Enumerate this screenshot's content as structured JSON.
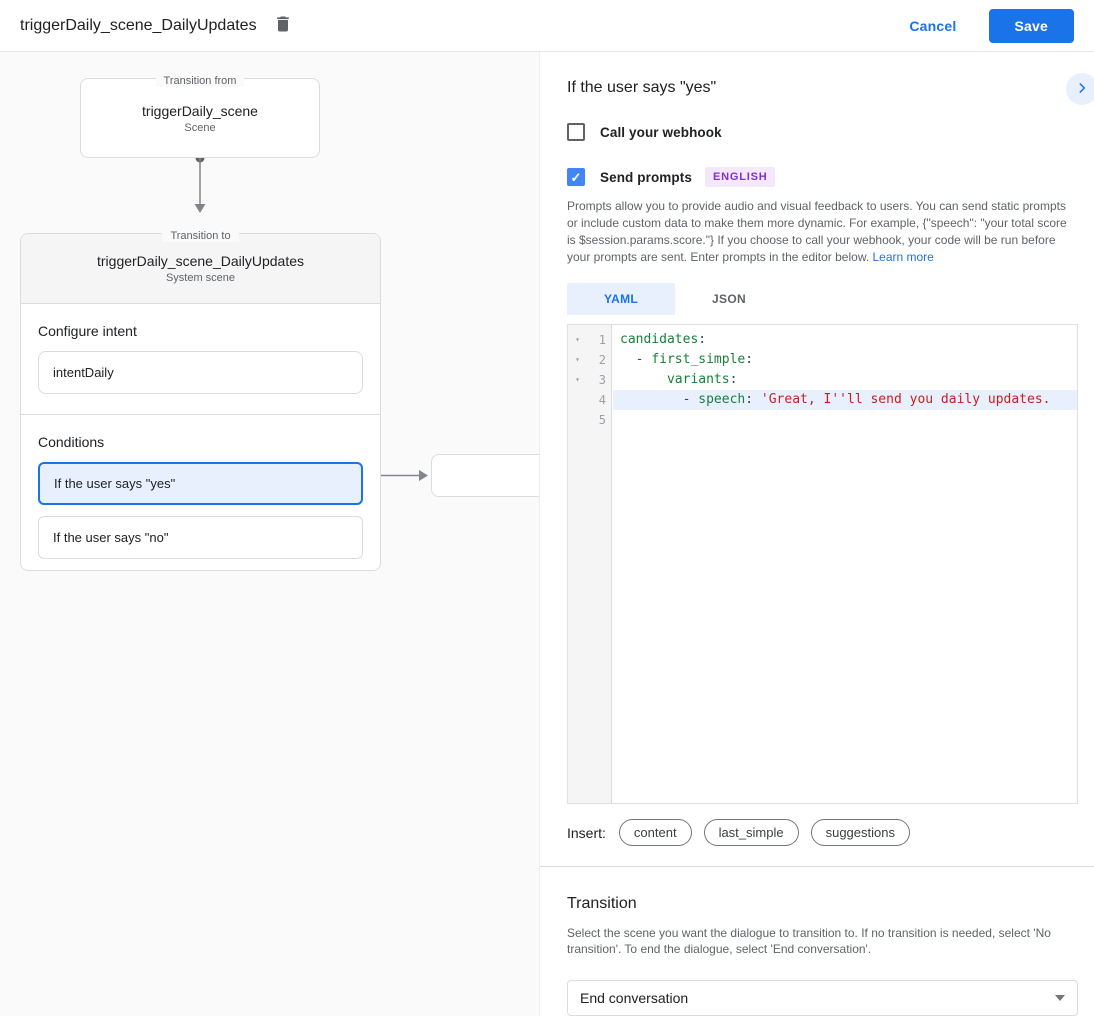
{
  "header": {
    "title": "triggerDaily_scene_DailyUpdates",
    "cancel_label": "Cancel",
    "save_label": "Save"
  },
  "diagram": {
    "from_box": {
      "legend": "Transition from",
      "title": "triggerDaily_scene",
      "subtitle": "Scene"
    },
    "to_box": {
      "legend": "Transition to",
      "title": "triggerDaily_scene_DailyUpdates",
      "subtitle": "System scene",
      "intent_label": "Configure intent",
      "intent_value": "intentDaily",
      "conditions_label": "Conditions",
      "conditions": [
        {
          "label": "If the user says \"yes\"",
          "selected": true
        },
        {
          "label": "If the user says \"no\"",
          "selected": false
        }
      ]
    }
  },
  "panel": {
    "title": "If the user says \"yes\"",
    "webhook": {
      "label": "Call your webhook",
      "checked": false
    },
    "prompts": {
      "label": "Send prompts",
      "checked": true,
      "badge": "ENGLISH"
    },
    "description": "Prompts allow you to provide audio and visual feedback to users. You can send static prompts or include custom data to make them more dynamic. For example, {\"speech\": \"your total score is $session.params.score.\"} If you choose to call your webhook, your code will be run before your prompts are sent. Enter prompts in the editor below. ",
    "learn_more": "Learn more",
    "tabs": [
      {
        "label": "YAML",
        "active": true
      },
      {
        "label": "JSON",
        "active": false
      }
    ],
    "editor": {
      "lines": [
        {
          "n": "1",
          "fold": true,
          "hl": false,
          "seg": [
            [
              "k",
              "candidates"
            ],
            [
              "p",
              ":"
            ]
          ]
        },
        {
          "n": "2",
          "fold": true,
          "hl": false,
          "seg": [
            [
              "p",
              "  - "
            ],
            [
              "k",
              "first_simple"
            ],
            [
              "p",
              ":"
            ]
          ]
        },
        {
          "n": "3",
          "fold": true,
          "hl": false,
          "seg": [
            [
              "p",
              "      "
            ],
            [
              "k",
              "variants"
            ],
            [
              "p",
              ":"
            ]
          ]
        },
        {
          "n": "4",
          "fold": false,
          "hl": true,
          "seg": [
            [
              "p",
              "        - "
            ],
            [
              "k",
              "speech"
            ],
            [
              "p",
              ": "
            ],
            [
              "s",
              "'Great, I''ll send you daily updates."
            ]
          ]
        },
        {
          "n": "5",
          "fold": false,
          "hl": false,
          "seg": []
        }
      ]
    },
    "insert": {
      "label": "Insert:",
      "pills": [
        "content",
        "last_simple",
        "suggestions"
      ]
    },
    "transition": {
      "title": "Transition",
      "description": "Select the scene you want the dialogue to transition to. If no transition is needed, select 'No transition'. To end the dialogue, select 'End conversation'.",
      "value": "End conversation"
    }
  }
}
